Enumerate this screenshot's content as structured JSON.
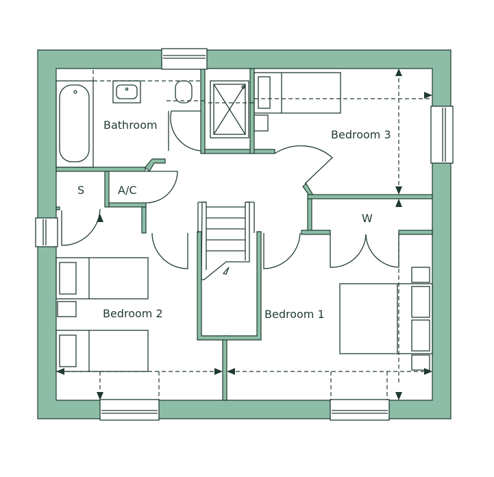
{
  "colors": {
    "wall": "#8dbda6",
    "line": "#1f3a30",
    "floor": "#ffffff"
  },
  "rooms": {
    "bathroom": "Bathroom",
    "bedroom1": "Bedroom 1",
    "bedroom2": "Bedroom 2",
    "bedroom3": "Bedroom 3",
    "store": "S",
    "airing_cupboard": "A/C",
    "wardrobe": "W"
  }
}
